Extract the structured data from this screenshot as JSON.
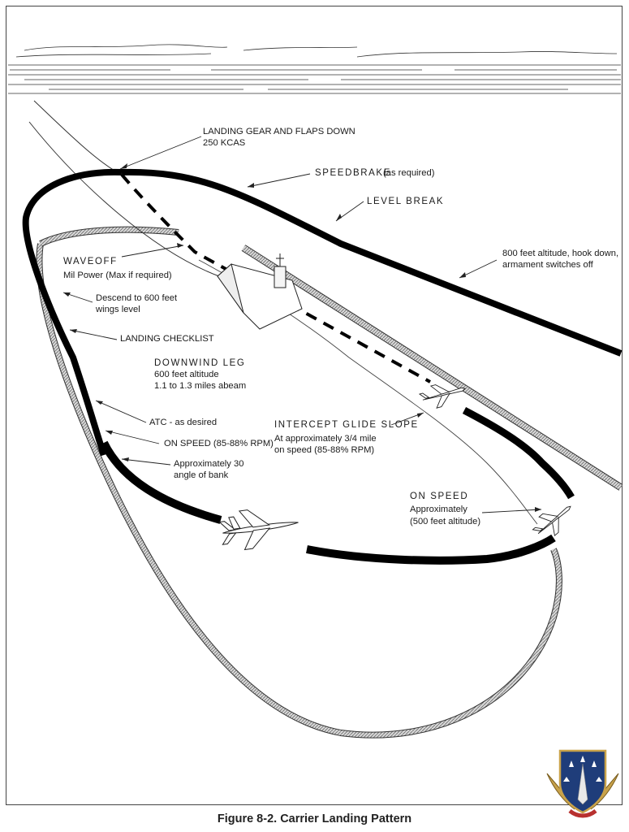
{
  "labels": {
    "gear_flaps_line1": "LANDING GEAR AND FLAPS DOWN",
    "gear_flaps_line2": "250 KCAS",
    "speedbrake": "SPEEDBRAKE",
    "speedbrake_note": "(as required)",
    "level_break": "LEVEL BREAK",
    "hook_line1": "800 feet altitude, hook down,",
    "hook_line2": "armament switches off",
    "waveoff": "WAVEOFF",
    "waveoff_note": "Mil Power (Max if required)",
    "descend_line1": "Descend to 600 feet",
    "descend_line2": "wings level",
    "landing_checklist": "LANDING CHECKLIST",
    "downwind": "DOWNWIND LEG",
    "downwind_line1": "600 feet altitude",
    "downwind_line2": "1.1 to 1.3 miles abeam",
    "atc": "ATC - as desired",
    "on_speed_rpm": "ON SPEED (85-88% RPM)",
    "bank_line1": "Approximately 30",
    "bank_line2": "angle of bank",
    "intercept": "INTERCEPT GLIDE SLOPE",
    "intercept_line1": "At approximately 3/4 mile",
    "intercept_line2": "on speed (85-88% RPM)",
    "on_speed": "ON SPEED",
    "approx": "Approximately",
    "approx_alt": "(500 feet altitude)"
  },
  "caption": "Figure 8-2. Carrier Landing Pattern",
  "colors": {
    "ink": "#111111",
    "track_fill": "#bdbdbd",
    "insignia_blue": "#1f3d7a",
    "insignia_gold": "#c8a24a",
    "insignia_red": "#b8312f"
  },
  "icons": [
    "aircraft-carrier-icon",
    "fighter-jet-icon",
    "air-force-insignia-icon"
  ]
}
